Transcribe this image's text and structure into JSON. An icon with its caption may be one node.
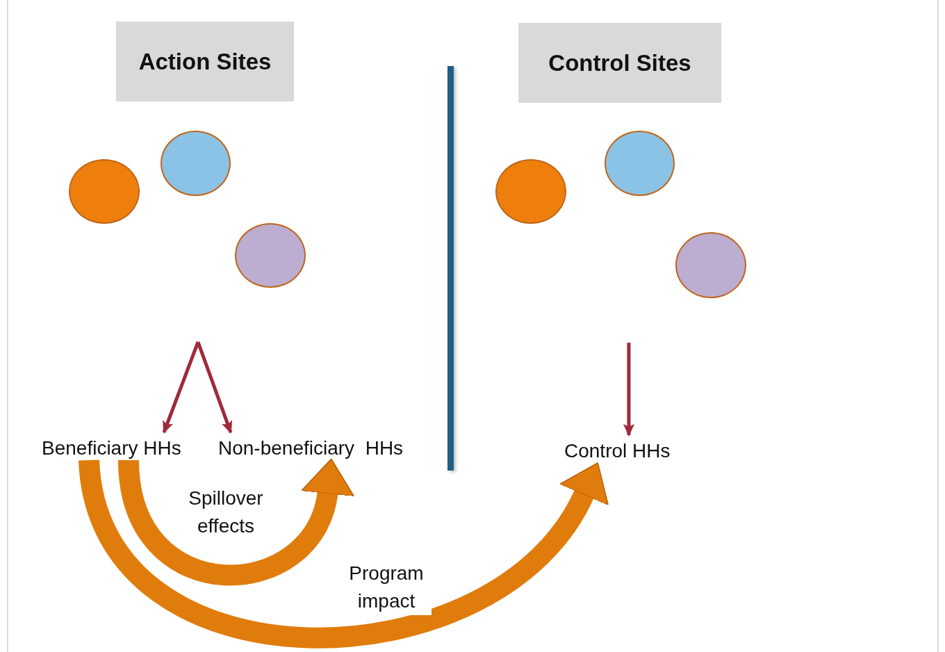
{
  "diagram": {
    "nodes": [
      {
        "text": [
          "Action Sites"
        ]
      },
      {
        "text": [
          "Control Sites"
        ]
      },
      {
        "text": [],
        "shape": "circle"
      },
      {
        "text": [],
        "shape": "circle"
      },
      {
        "text": [],
        "shape": "circle"
      },
      {
        "text": [],
        "shape": "circle"
      },
      {
        "text": [],
        "shape": "circle"
      },
      {
        "text": [],
        "shape": "circle"
      },
      {
        "text": [
          "Beneficiary HHs"
        ]
      },
      {
        "text": [
          "Non-beneficiary  HHs"
        ]
      },
      {
        "text": [
          "Control HHs"
        ]
      }
    ],
    "edges": [
      {
        "from": null,
        "to": 8,
        "arrow": "to"
      },
      {
        "from": null,
        "to": 9,
        "arrow": "to"
      },
      {
        "from": null,
        "to": 10,
        "arrow": "to"
      },
      {
        "from": 8,
        "to": 9,
        "arrow": "to",
        "label": "Spillover effects",
        "style": "thick",
        "color": "#e07c0c"
      },
      {
        "from": 8,
        "to": 10,
        "arrow": "to",
        "label": "Program impact",
        "style": "thick",
        "color": "#e07c0c"
      }
    ]
  }
}
